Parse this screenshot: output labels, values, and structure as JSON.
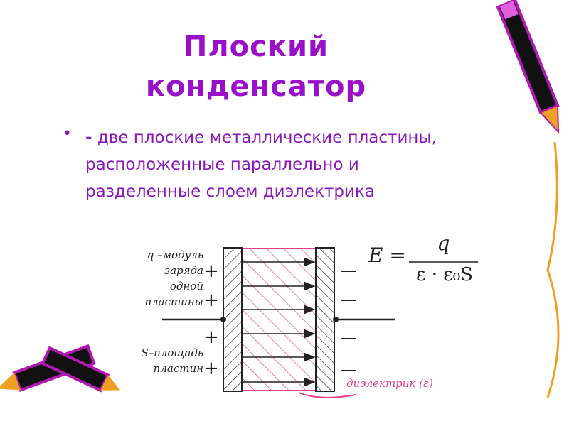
{
  "slide": {
    "title_line1": "Плоский",
    "title_line2": "конденсатор",
    "bullet_dash": "-",
    "bullet_text": "две плоские металлические пластины, расположенные параллельно и разделенные слоем диэлектрика"
  },
  "diagram": {
    "label_q_1": "q –модуль",
    "label_q_2": "заряда",
    "label_q_3": "одной",
    "label_q_4": "пластины",
    "label_s_1": "S–площадь",
    "label_s_2": "пластин",
    "dielectric_label": "диэлектрик (ε)",
    "formula_lhs": "E =",
    "formula_num": "q",
    "formula_den": "ε · ε₀S"
  },
  "colors": {
    "title": "#9a10c8",
    "text": "#8a1ab8",
    "hatch": "#e0408a"
  }
}
